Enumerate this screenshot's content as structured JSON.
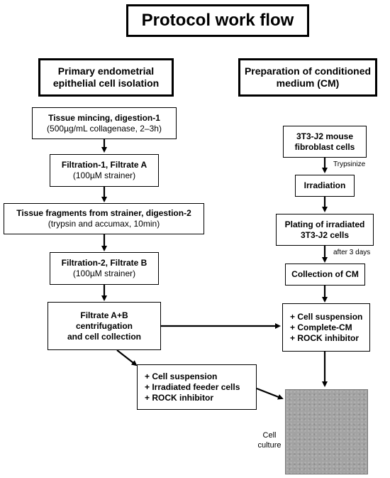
{
  "title": "Protocol work flow",
  "left_header": [
    "Primary endometrial",
    "epithelial cell isolation"
  ],
  "right_header": [
    "Preparation of conditioned",
    "medium (CM)"
  ],
  "left_steps": [
    {
      "line1": "Tissue mincing, digestion-1",
      "line2": "(500µg/mL collagenase, 2–3h)"
    },
    {
      "line1": "Filtration-1, Filtrate A",
      "line2": "(100µM strainer)"
    },
    {
      "line1": "Tissue fragments from strainer, digestion-2",
      "line2": "(trypsin and accumax, 10min)"
    },
    {
      "line1": "Filtration-2, Filtrate B",
      "line2": "(100µM strainer)"
    },
    {
      "line1": "Filtrate A+B",
      "line2": "centrifugation",
      "line3": "and cell collection"
    }
  ],
  "right_steps": [
    {
      "line1": "3T3-J2 mouse",
      "line2": "fibroblast cells"
    },
    {
      "line1": "Irradiation"
    },
    {
      "line1": "Plating of irradiated",
      "line2": "3T3-J2 cells"
    },
    {
      "line1": "Collection of CM"
    }
  ],
  "right_notes": [
    "Trypsinize",
    "after 3 days"
  ],
  "right_mix": [
    "+ Cell suspension",
    "+ Complete-CM",
    "+ ROCK inhibitor"
  ],
  "bottom_mix": [
    "+ Cell suspension",
    "+ Irradiated  feeder cells",
    "+ ROCK inhibitor"
  ],
  "culture_label": [
    "Cell",
    "culture"
  ]
}
